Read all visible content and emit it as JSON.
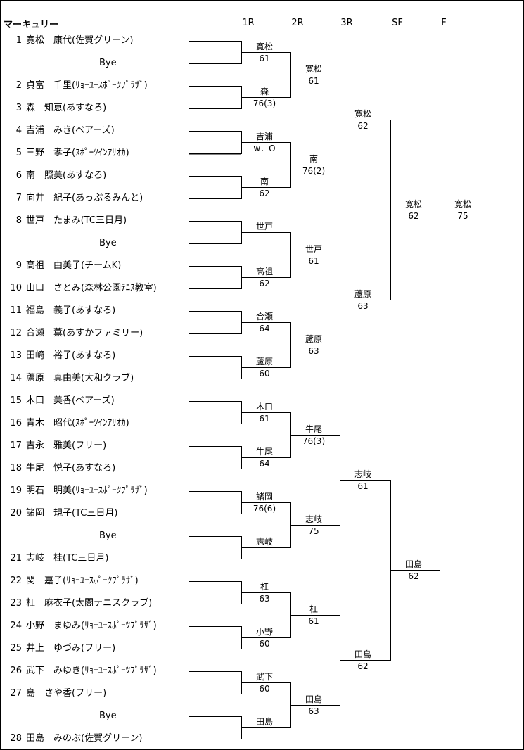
{
  "title": "マーキュリー",
  "rounds": [
    "1R",
    "2R",
    "3R",
    "SF",
    "F"
  ],
  "entries": [
    {
      "num": "1",
      "name": "寛松　康代(佐賀グリーン)"
    },
    {
      "bye": "Bye"
    },
    {
      "num": "2",
      "name": "貞富　千里(ﾘｮｰﾕｰｽﾎﾟｰﾂﾌﾟﾗｻﾞ)"
    },
    {
      "num": "3",
      "name": "森　知恵(あすなろ)"
    },
    {
      "num": "4",
      "name": "吉浦　みき(ベアーズ)"
    },
    {
      "num": "5",
      "name": "三野　孝子(ｽﾎﾟｰﾂｲﾝｱﾘｵｶ)"
    },
    {
      "num": "6",
      "name": "南　照美(あすなろ)"
    },
    {
      "num": "7",
      "name": "向井　紀子(あっぷるみんと)"
    },
    {
      "num": "8",
      "name": "世戸　たまみ(TC三日月)"
    },
    {
      "bye": "Bye"
    },
    {
      "num": "9",
      "name": "高祖　由美子(チームK)"
    },
    {
      "num": "10",
      "name": "山口　さとみ(森林公園ﾃﾆｽ教室)"
    },
    {
      "num": "11",
      "name": "福島　義子(あすなろ)"
    },
    {
      "num": "12",
      "name": "合瀬　薫(あすかファミリー)"
    },
    {
      "num": "13",
      "name": "田崎　裕子(あすなろ)"
    },
    {
      "num": "14",
      "name": "蘆原　真由美(大和クラブ)"
    },
    {
      "num": "15",
      "name": "木口　美香(ベアーズ)"
    },
    {
      "num": "16",
      "name": "青木　昭代(ｽﾎﾟｰﾂｲﾝｱﾘｵｶ)"
    },
    {
      "num": "17",
      "name": "吉永　雅美(フリー)"
    },
    {
      "num": "18",
      "name": "牛尾　悦子(あすなろ)"
    },
    {
      "num": "19",
      "name": "明石　明美(ﾘｮｰﾕｰｽﾎﾟｰﾂﾌﾟﾗｻﾞ)"
    },
    {
      "num": "20",
      "name": "諸岡　規子(TC三日月)"
    },
    {
      "bye": "Bye"
    },
    {
      "num": "21",
      "name": "志岐　桂(TC三日月)"
    },
    {
      "num": "22",
      "name": "関　嘉子(ﾘｮｰﾕｰｽﾎﾟｰﾂﾌﾟﾗｻﾞ)"
    },
    {
      "num": "23",
      "name": "杠　麻衣子(太閤テニスクラブ)"
    },
    {
      "num": "24",
      "name": "小野　まゆみ(ﾘｮｰﾕｰｽﾎﾟｰﾂﾌﾟﾗｻﾞ)"
    },
    {
      "num": "25",
      "name": "井上　ゆづみ(フリー)"
    },
    {
      "num": "26",
      "name": "武下　みゆき(ﾘｮｰﾕｰｽﾎﾟｰﾂﾌﾟﾗｻﾞ)"
    },
    {
      "num": "27",
      "name": "島　さや香(フリー)"
    },
    {
      "bye": "Bye"
    },
    {
      "num": "28",
      "name": "田島　みのぶ(佐賀グリーン)"
    }
  ],
  "results": {
    "r1": [
      {
        "winner": "寛松",
        "score": "61"
      },
      {
        "winner": "森",
        "score": "76(3)"
      },
      {
        "winner": "吉浦",
        "score": "w．O"
      },
      {
        "winner": "南",
        "score": "62"
      },
      {
        "winner": "世戸",
        "score": ""
      },
      {
        "winner": "高祖",
        "score": "62"
      },
      {
        "winner": "合瀬",
        "score": "64"
      },
      {
        "winner": "蘆原",
        "score": "60"
      },
      {
        "winner": "木口",
        "score": "61"
      },
      {
        "winner": "牛尾",
        "score": "64"
      },
      {
        "winner": "諸岡",
        "score": "76(6)"
      },
      {
        "winner": "志岐",
        "score": ""
      },
      {
        "winner": "杠",
        "score": "63"
      },
      {
        "winner": "小野",
        "score": "60"
      },
      {
        "winner": "武下",
        "score": "60"
      },
      {
        "winner": "田島",
        "score": ""
      }
    ],
    "r2": [
      {
        "winner": "寛松",
        "score": "61"
      },
      {
        "winner": "南",
        "score": "76(2)"
      },
      {
        "winner": "世戸",
        "score": "61"
      },
      {
        "winner": "蘆原",
        "score": "63"
      },
      {
        "winner": "牛尾",
        "score": "76(3)"
      },
      {
        "winner": "志岐",
        "score": "75"
      },
      {
        "winner": "杠",
        "score": "61"
      },
      {
        "winner": "田島",
        "score": "63"
      }
    ],
    "r3": [
      {
        "winner": "寛松",
        "score": "62"
      },
      {
        "winner": "蘆原",
        "score": "63"
      },
      {
        "winner": "志岐",
        "score": "61"
      },
      {
        "winner": "田島",
        "score": "62"
      }
    ],
    "sf": [
      {
        "winner": "寛松",
        "score": "62"
      },
      {
        "winner": "田島",
        "score": "62"
      }
    ],
    "f": [
      {
        "winner": "寛松",
        "score": "75"
      }
    ]
  }
}
